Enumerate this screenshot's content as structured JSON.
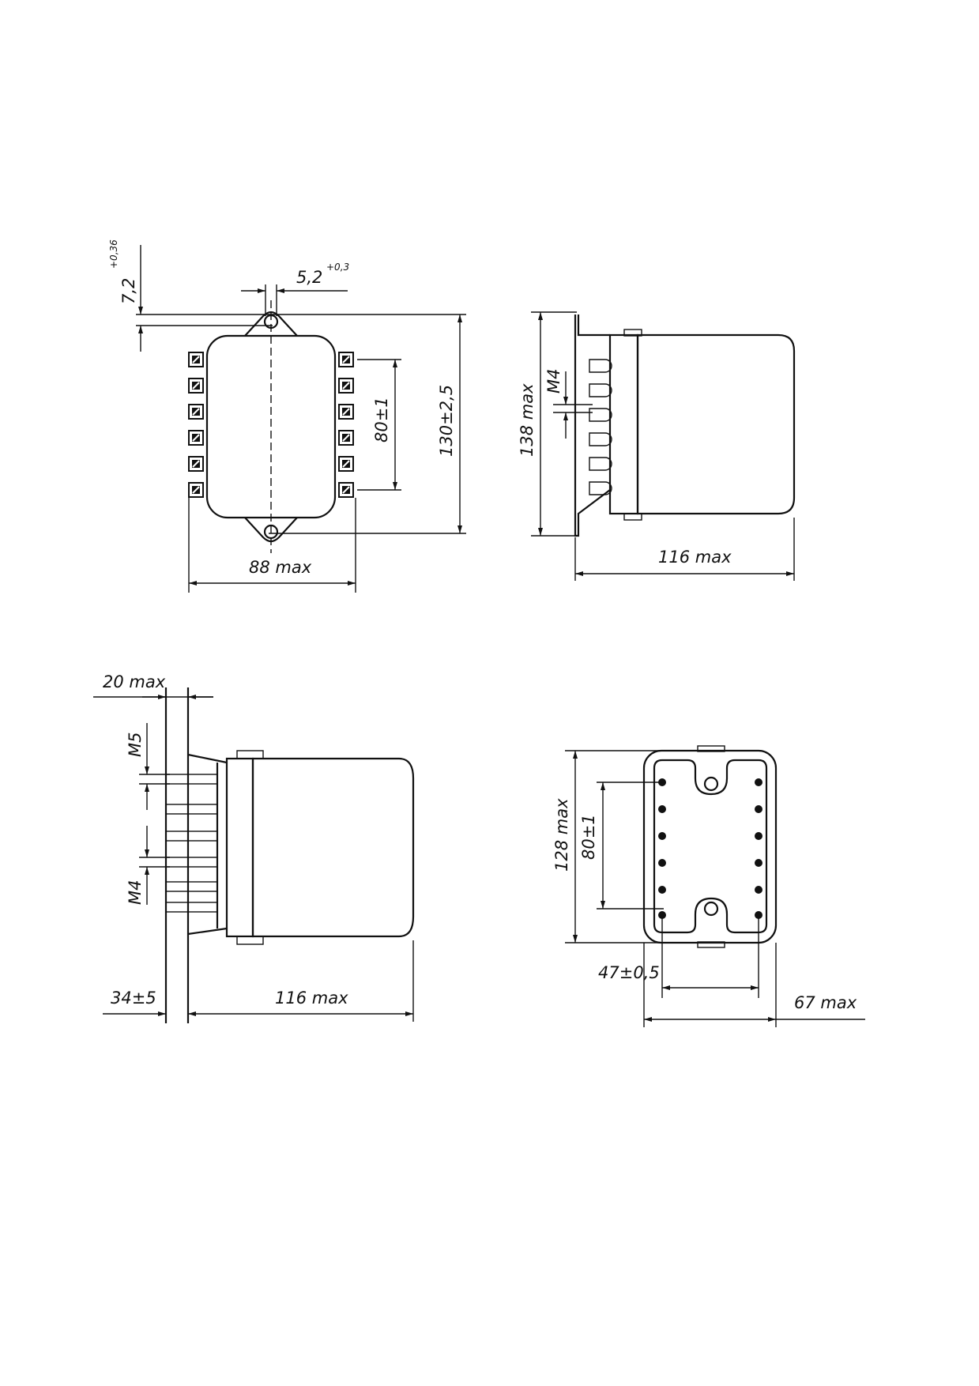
{
  "colors": {
    "ink": "#111111",
    "paper": "#ffffff"
  },
  "top_view": {
    "hole_dia": "5,2",
    "hole_dia_tol": "+0,3",
    "slot": "7,2",
    "slot_tol": "+0,36",
    "pitch": "80±1",
    "height": "130±2,5",
    "width": "88 max"
  },
  "side_view": {
    "height": "138 max",
    "thread": "M4",
    "length": "116 max"
  },
  "front_view": {
    "stud_length": "20 max",
    "thread_top": "M5",
    "thread_bottom": "M4",
    "offset": "34±5",
    "length": "116 max"
  },
  "bottom_view": {
    "height": "128 max",
    "pitch": "80±1",
    "spacing": "47±0,5",
    "width": "67 max"
  }
}
